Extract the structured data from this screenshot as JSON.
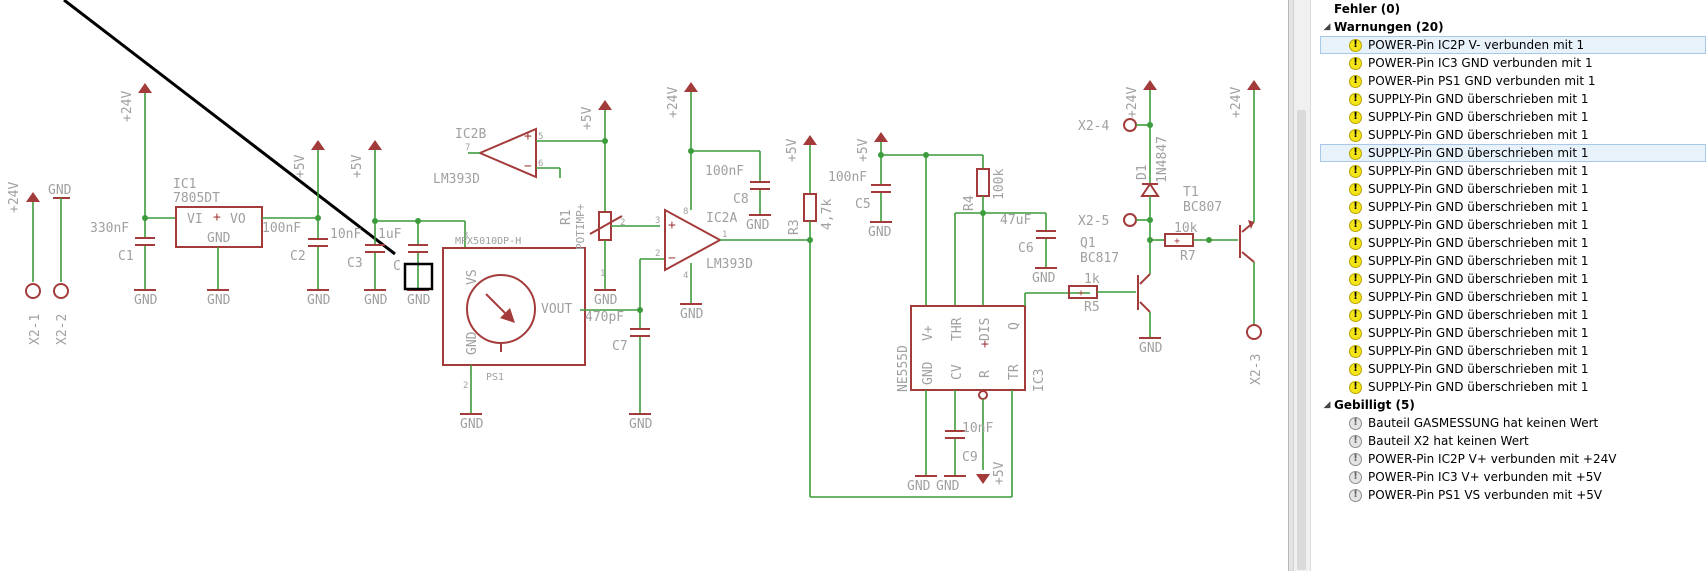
{
  "schematic": {
    "labels": {
      "x2_1": "X2-1",
      "x2_2": "X2-2",
      "x2_3": "X2-3",
      "x2_4": "X2-4",
      "x2_5": "X2-5",
      "v24": "+24V",
      "v5": "+5V",
      "gnd": "GND",
      "ic1": "IC1",
      "ic1_val": "7805DT",
      "vi": "VI",
      "vo": "VO",
      "c1": "C1",
      "c1_val": "330nF",
      "c2": "C2",
      "c2_val": "100nF",
      "c3": "C3",
      "c3_val": "10nF",
      "c4": "C",
      "c4_val": "1uF",
      "ic2b": "IC2B",
      "lm393d": "LM393D",
      "ic2a": "IC2A",
      "ps1_val": "MPX5010DP-H",
      "ps1": "PS1",
      "vs": "VS",
      "vout": "VOUT",
      "r1": "R1",
      "r1_val": "POTIMP+",
      "c7": "C7",
      "c7_val": "470pF",
      "c8": "C8",
      "c8_val": "100nF",
      "r3": "R3",
      "r3_val": "4,7k",
      "c5": "C5",
      "c5_val": "100nF",
      "r4": "R4",
      "r4_val": "100k",
      "c6": "C6",
      "c6_val": "47uF",
      "ic3": "IC3",
      "ne555d": "NE555D",
      "vplus": "V+",
      "thr": "THR",
      "dis": "DIS",
      "q": "Q",
      "cv": "CV",
      "r": "R",
      "tr": "TR",
      "c9": "C9",
      "c9_val": "10nF",
      "r5": "R5",
      "r5_val": "1k",
      "q1": "Q1",
      "q1_val": "BC817",
      "d1": "D1",
      "d1_val": "1N4847",
      "t1": "T1",
      "t1_val": "BC807",
      "r7": "R7",
      "r7_val": "10k"
    }
  },
  "panel": {
    "categories": [
      {
        "label": "Fehler (0)",
        "expanded": false,
        "items": []
      },
      {
        "label": "Warnungen (20)",
        "expanded": true,
        "items": [
          {
            "text": "POWER-Pin IC2P V- verbunden mit 1",
            "icon": "warning-icon",
            "selected": true
          },
          {
            "text": "POWER-Pin IC3 GND verbunden mit 1",
            "icon": "warning-icon"
          },
          {
            "text": "POWER-Pin PS1 GND verbunden mit 1",
            "icon": "warning-icon"
          },
          {
            "text": "SUPPLY-Pin GND überschrieben mit 1",
            "icon": "warning-icon"
          },
          {
            "text": "SUPPLY-Pin GND überschrieben mit 1",
            "icon": "warning-icon"
          },
          {
            "text": "SUPPLY-Pin GND überschrieben mit 1",
            "icon": "warning-icon"
          },
          {
            "text": "SUPPLY-Pin GND überschrieben mit 1",
            "icon": "warning-icon",
            "selected": true
          },
          {
            "text": "SUPPLY-Pin GND überschrieben mit 1",
            "icon": "warning-icon"
          },
          {
            "text": "SUPPLY-Pin GND überschrieben mit 1",
            "icon": "warning-icon"
          },
          {
            "text": "SUPPLY-Pin GND überschrieben mit 1",
            "icon": "warning-icon"
          },
          {
            "text": "SUPPLY-Pin GND überschrieben mit 1",
            "icon": "warning-icon"
          },
          {
            "text": "SUPPLY-Pin GND überschrieben mit 1",
            "icon": "warning-icon"
          },
          {
            "text": "SUPPLY-Pin GND überschrieben mit 1",
            "icon": "warning-icon"
          },
          {
            "text": "SUPPLY-Pin GND überschrieben mit 1",
            "icon": "warning-icon"
          },
          {
            "text": "SUPPLY-Pin GND überschrieben mit 1",
            "icon": "warning-icon"
          },
          {
            "text": "SUPPLY-Pin GND überschrieben mit 1",
            "icon": "warning-icon"
          },
          {
            "text": "SUPPLY-Pin GND überschrieben mit 1",
            "icon": "warning-icon"
          },
          {
            "text": "SUPPLY-Pin GND überschrieben mit 1",
            "icon": "warning-icon"
          },
          {
            "text": "SUPPLY-Pin GND überschrieben mit 1",
            "icon": "warning-icon"
          },
          {
            "text": "SUPPLY-Pin GND überschrieben mit 1",
            "icon": "warning-icon"
          }
        ]
      },
      {
        "label": "Gebilligt (5)",
        "expanded": true,
        "items": [
          {
            "text": "Bauteil GASMESSUNG hat keinen Wert",
            "icon": "approved-icon"
          },
          {
            "text": "Bauteil X2 hat keinen Wert",
            "icon": "approved-icon"
          },
          {
            "text": "POWER-Pin IC2P V+ verbunden mit +24V",
            "icon": "approved-icon"
          },
          {
            "text": "POWER-Pin IC3 V+ verbunden mit +5V",
            "icon": "approved-icon"
          },
          {
            "text": "POWER-Pin PS1 VS verbunden mit +5V",
            "icon": "approved-icon"
          }
        ]
      }
    ],
    "icon_colors": {
      "warning": "#f4e51a",
      "approved": "#e4e4e4"
    }
  }
}
